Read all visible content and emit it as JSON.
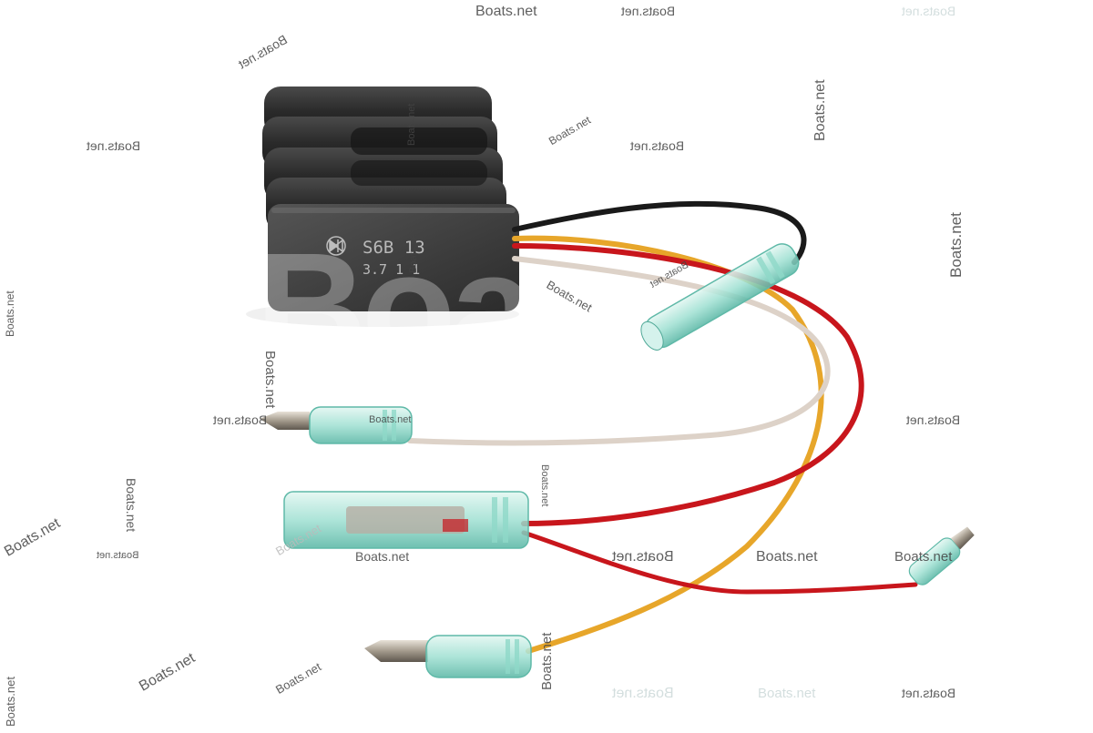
{
  "image": {
    "subject": "regulator-rectifier-with-wire-harness",
    "background_color": "#ffffff"
  },
  "part_markings": {
    "part_number": "S6B 13",
    "date_code": "3.7 1 1"
  },
  "watermarks": {
    "text": "Boats.net",
    "big_text": "Boa"
  },
  "wire_colors": {
    "black": "#1a1a1a",
    "red": "#c8161c",
    "yellow": "#e7a62a",
    "white": "#ddd2c8"
  },
  "colors": {
    "heatsink": "#2e2e2e",
    "connector_tint": "#7fd3c4"
  }
}
